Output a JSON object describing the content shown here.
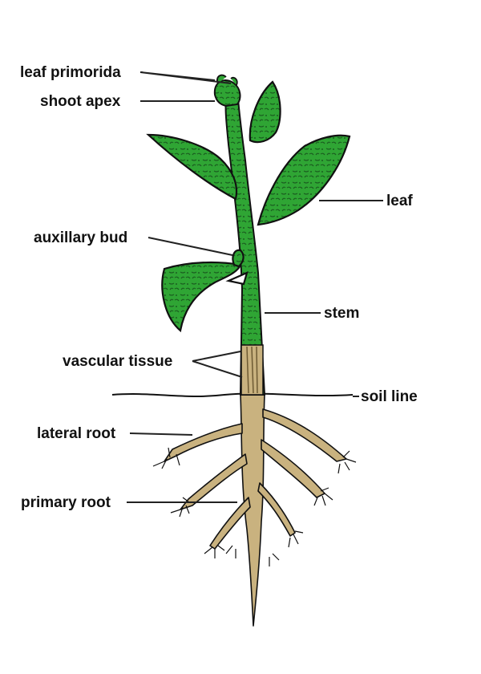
{
  "colors": {
    "leaf_fill": "#2fa534",
    "leaf_vein": "#1b5e20",
    "outline": "#111111",
    "root_fill": "#c9b27f",
    "root_shade": "#9c8456",
    "label_text": "#111111"
  },
  "labels": {
    "leaf_primorida": "leaf primorida",
    "shoot_apex": "shoot apex",
    "leaf": "leaf",
    "auxillary_bud": "auxillary bud",
    "stem": "stem",
    "vascular_tissue": "vascular tissue",
    "soil_line": "soil line",
    "lateral_root": "lateral root",
    "primary_root": "primary root"
  }
}
